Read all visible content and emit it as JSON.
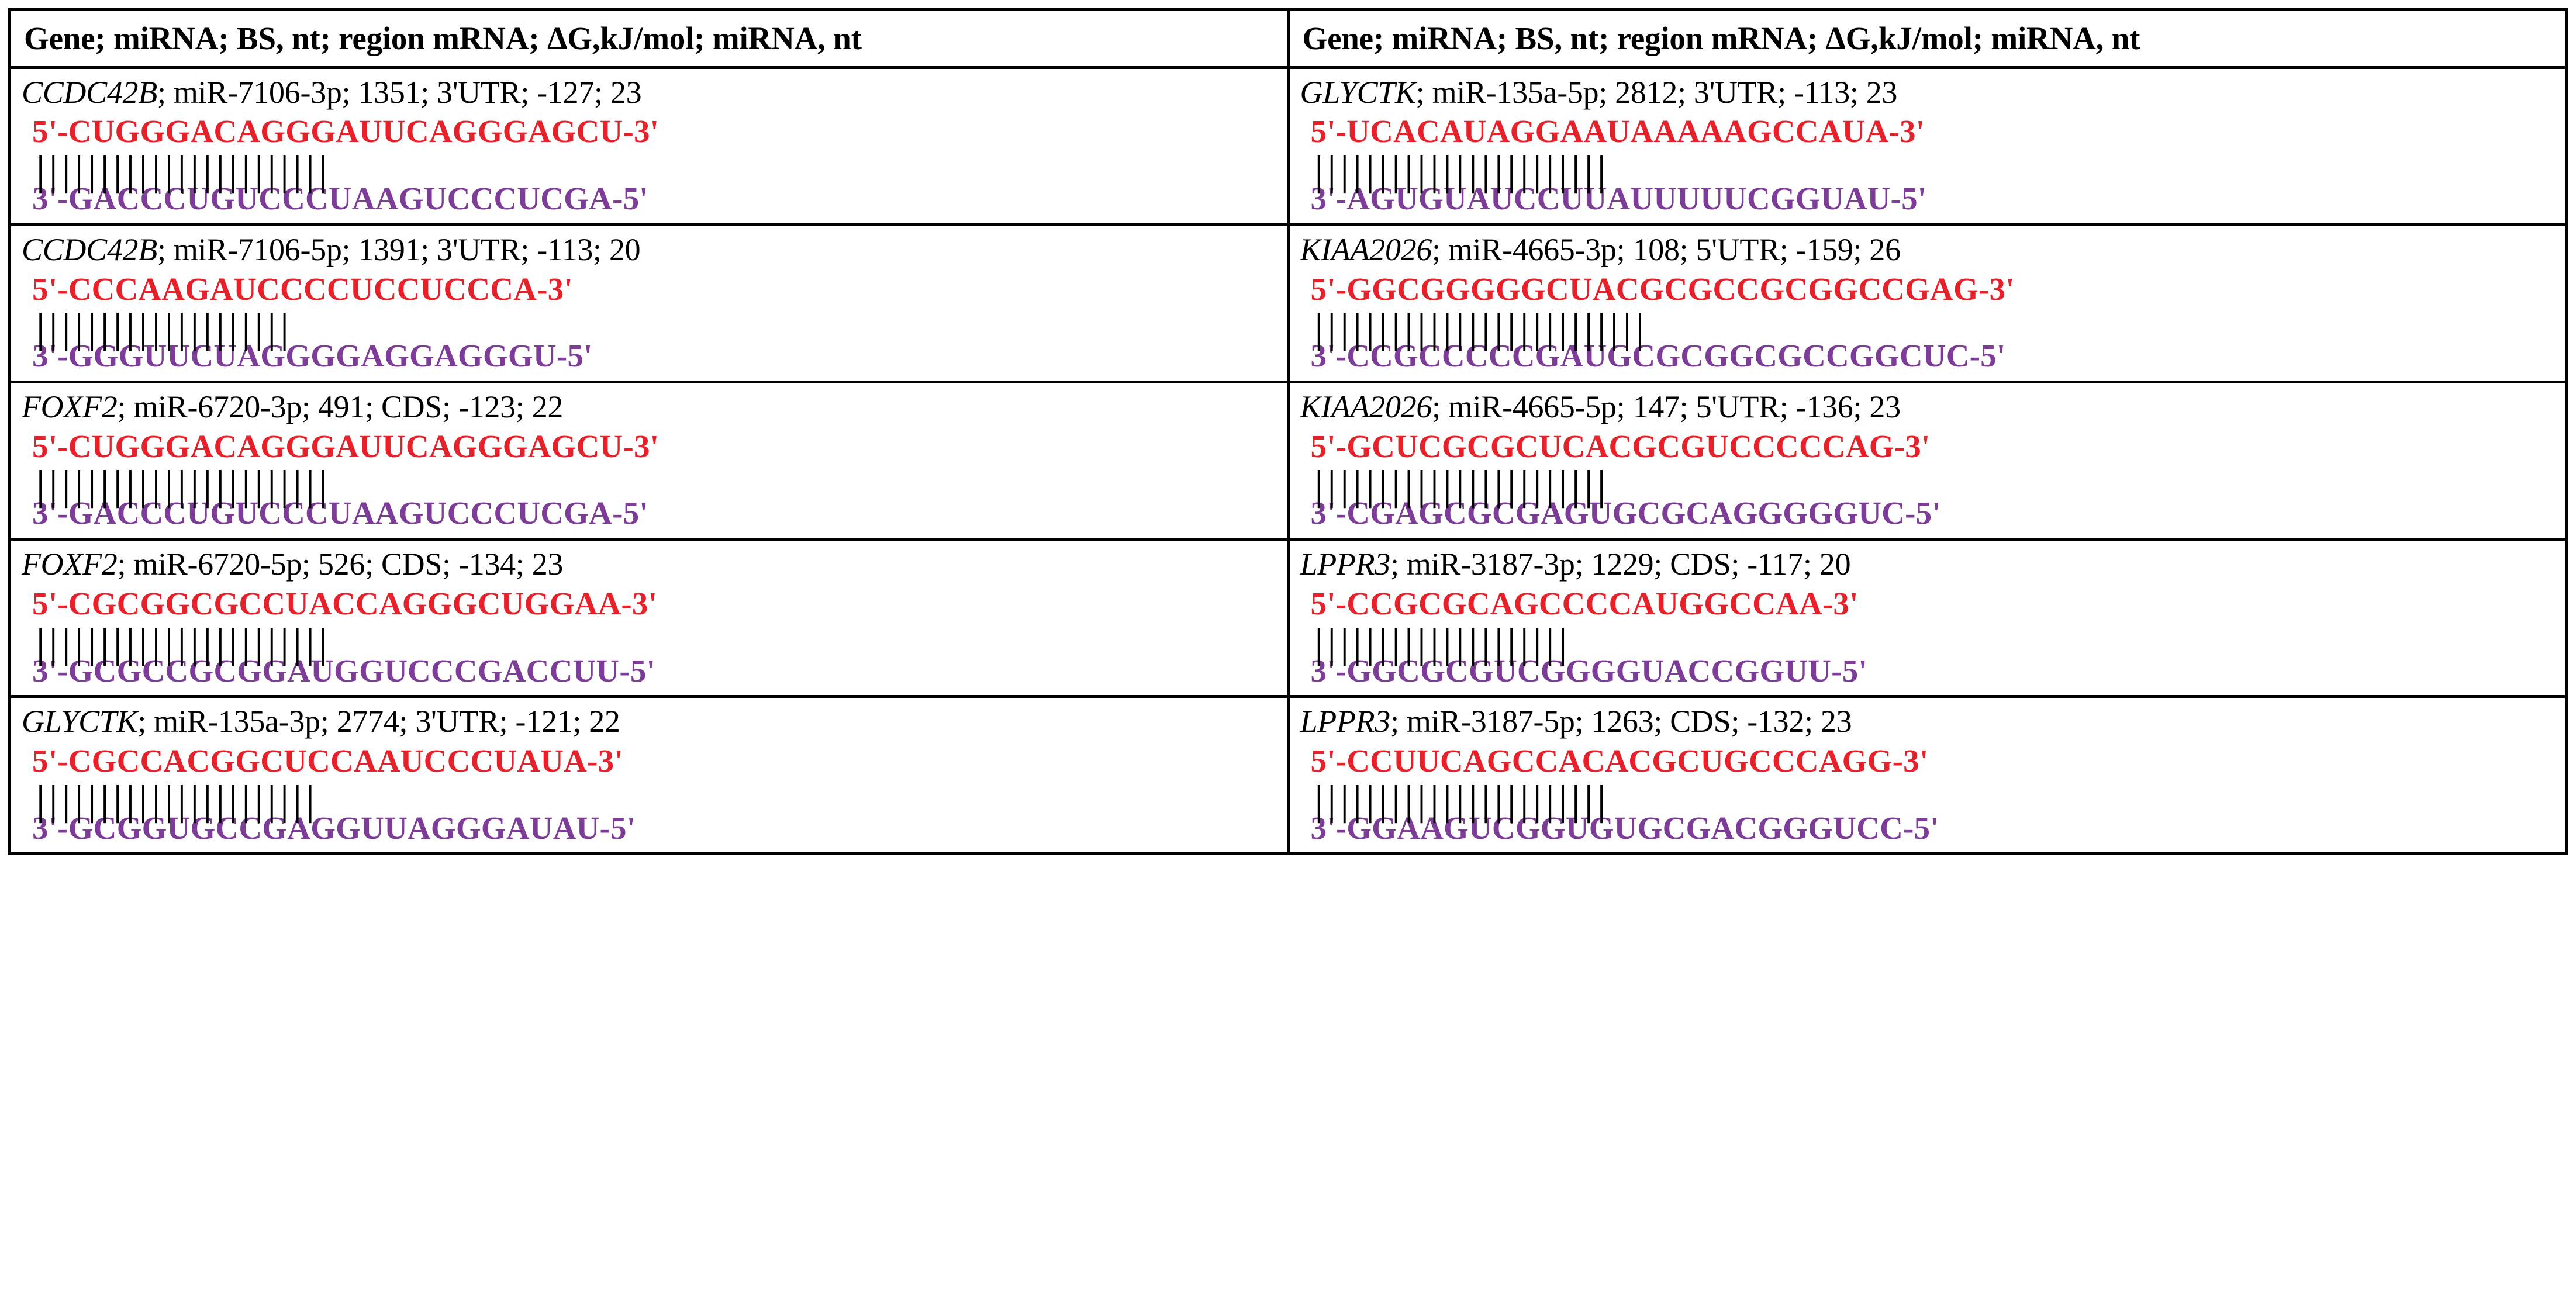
{
  "table": {
    "columns": [
      {
        "header": "Gene; miRNA; BS, nt; region mRNA; ΔG,kJ/mol; miRNA, nt"
      },
      {
        "header": "Gene; miRNA; BS, nt; region mRNA; ΔG,kJ/mol; miRNA, nt"
      }
    ],
    "colors": {
      "mrna_strand": "#E8202A",
      "mirna_strand": "#7D3C98",
      "text": "#000000",
      "border": "#000000",
      "background": "#FFFFFF"
    },
    "rows": [
      {
        "left": {
          "gene": "CCDC42B",
          "meta": "; miR-7106-3p; 1351; 3'UTR; -127; 23",
          "mirna": "miR-7106-3p",
          "bs_nt": 1351,
          "region_mrna": "3'UTR",
          "delta_g_kj_mol": -127,
          "mirna_nt": 23,
          "mrna_seq": "5'-CUGGGACAGGGAUUCAGGGAGCU-3'",
          "bonds": "|||||||||||||||||||||||",
          "mirna_seq": "3'-GACCCUGUCCCUAAGUCCCUCGA-5'"
        },
        "right": {
          "gene": "GLYCTK",
          "meta": "; miR-135a-5p; 2812; 3'UTR; -113; 23",
          "mirna": "miR-135a-5p",
          "bs_nt": 2812,
          "region_mrna": "3'UTR",
          "delta_g_kj_mol": -113,
          "mirna_nt": 23,
          "mrna_seq": "5'-UCACAUAGGAAUAAAAAGCCAUA-3'",
          "bonds": "|||||||||||||||||||||||",
          "mirna_seq": "3'-AGUGUAUCCUUAUUUUUCGGUAU-5'"
        }
      },
      {
        "left": {
          "gene": "CCDC42B",
          "meta": "; miR-7106-5p; 1391; 3'UTR; -113; 20",
          "mirna": "miR-7106-5p",
          "bs_nt": 1391,
          "region_mrna": "3'UTR",
          "delta_g_kj_mol": -113,
          "mirna_nt": 20,
          "mrna_seq": "5'-CCCAAGAUCCCCUCCUCCCA-3'",
          "bonds": "||||||||||||||||||||",
          "mirna_seq": "3'-GGGUUCUAGGGGAGGAGGGU-5'"
        },
        "right": {
          "gene": "KIAA2026",
          "meta": "; miR-4665-3p; 108; 5'UTR; -159; 26",
          "mirna": "miR-4665-3p",
          "bs_nt": 108,
          "region_mrna": "5'UTR",
          "delta_g_kj_mol": -159,
          "mirna_nt": 26,
          "mrna_seq": "5'-GGCGGGGGCUACGCGCCGCGGCCGAG-3'",
          "bonds": "||||||||||||||||||||||||||",
          "mirna_seq": "3'-CCGCCCCCGAUGCGCGGCGCCGGCUC-5'"
        }
      },
      {
        "left": {
          "gene": "FOXF2",
          "meta": "; miR-6720-3p; 491; CDS; -123; 22",
          "mirna": "miR-6720-3p",
          "bs_nt": 491,
          "region_mrna": "CDS",
          "delta_g_kj_mol": -123,
          "mirna_nt": 22,
          "mrna_seq": "5'-CUGGGACAGGGAUUCAGGGAGCU-3'",
          "bonds": "|||||||||||||||||||||||",
          "mirna_seq": "3'-GACCCUGUCCCUAAGUCCCUCGA-5'"
        },
        "right": {
          "gene": "KIAA2026",
          "meta": "; miR-4665-5p; 147; 5'UTR; -136; 23",
          "mirna": "miR-4665-5p",
          "bs_nt": 147,
          "region_mrna": "5'UTR",
          "delta_g_kj_mol": -136,
          "mirna_nt": 23,
          "mrna_seq": "5'-GCUCGCGCUCACGCGUCCCCCAG-3'",
          "bonds": "|||||||||||||||||||||||",
          "mirna_seq": "3'-CGAGCGCGAGUGCGCAGGGGGUC-5'"
        }
      },
      {
        "left": {
          "gene": "FOXF2",
          "meta": "; miR-6720-5p; 526; CDS; -134; 23",
          "mirna": "miR-6720-5p",
          "bs_nt": 526,
          "region_mrna": "CDS",
          "delta_g_kj_mol": -134,
          "mirna_nt": 23,
          "mrna_seq": "5'-CGCGGCGCCUACCAGGGCUGGAA-3'",
          "bonds": "|||||||||||||||||||||||",
          "mirna_seq": "3'-GCGCCGCGGAUGGUCCCGACCUU-5'"
        },
        "right": {
          "gene": "LPPR3",
          "meta": "; miR-3187-3p; 1229; CDS; -117; 20",
          "mirna": "miR-3187-3p",
          "bs_nt": 1229,
          "region_mrna": "CDS",
          "delta_g_kj_mol": -117,
          "mirna_nt": 20,
          "mrna_seq": "5'-CCGCGCAGCCCCAUGGCCAA-3'",
          "bonds": "||||||||||||||||||||",
          "mirna_seq": "3'-GGCGCGUCGGGGUACCGGUU-5'"
        }
      },
      {
        "left": {
          "gene": "GLYCTK",
          "meta": "; miR-135a-3p; 2774; 3'UTR; -121; 22",
          "mirna": "miR-135a-3p",
          "bs_nt": 2774,
          "region_mrna": "3'UTR",
          "delta_g_kj_mol": -121,
          "mirna_nt": 22,
          "mrna_seq": "5'-CGCCACGGCUCCAAUCCCUAUA-3'",
          "bonds": "||||||||||||||||||||||",
          "mirna_seq": "3'-GCGGUGCCGAGGUUAGGGAUAU-5'"
        },
        "right": {
          "gene": "LPPR3",
          "meta": "; miR-3187-5p; 1263; CDS; -132; 23",
          "mirna": "miR-3187-5p",
          "bs_nt": 1263,
          "region_mrna": "CDS",
          "delta_g_kj_mol": -132,
          "mirna_nt": 23,
          "mrna_seq": "5'-CCUUCAGCCACACGCUGCCCAGG-3'",
          "bonds": "|||||||||||||||||||||||",
          "mirna_seq": "3'-GGAAGUCGGUGUGCGACGGGUCC-5'"
        }
      }
    ]
  }
}
